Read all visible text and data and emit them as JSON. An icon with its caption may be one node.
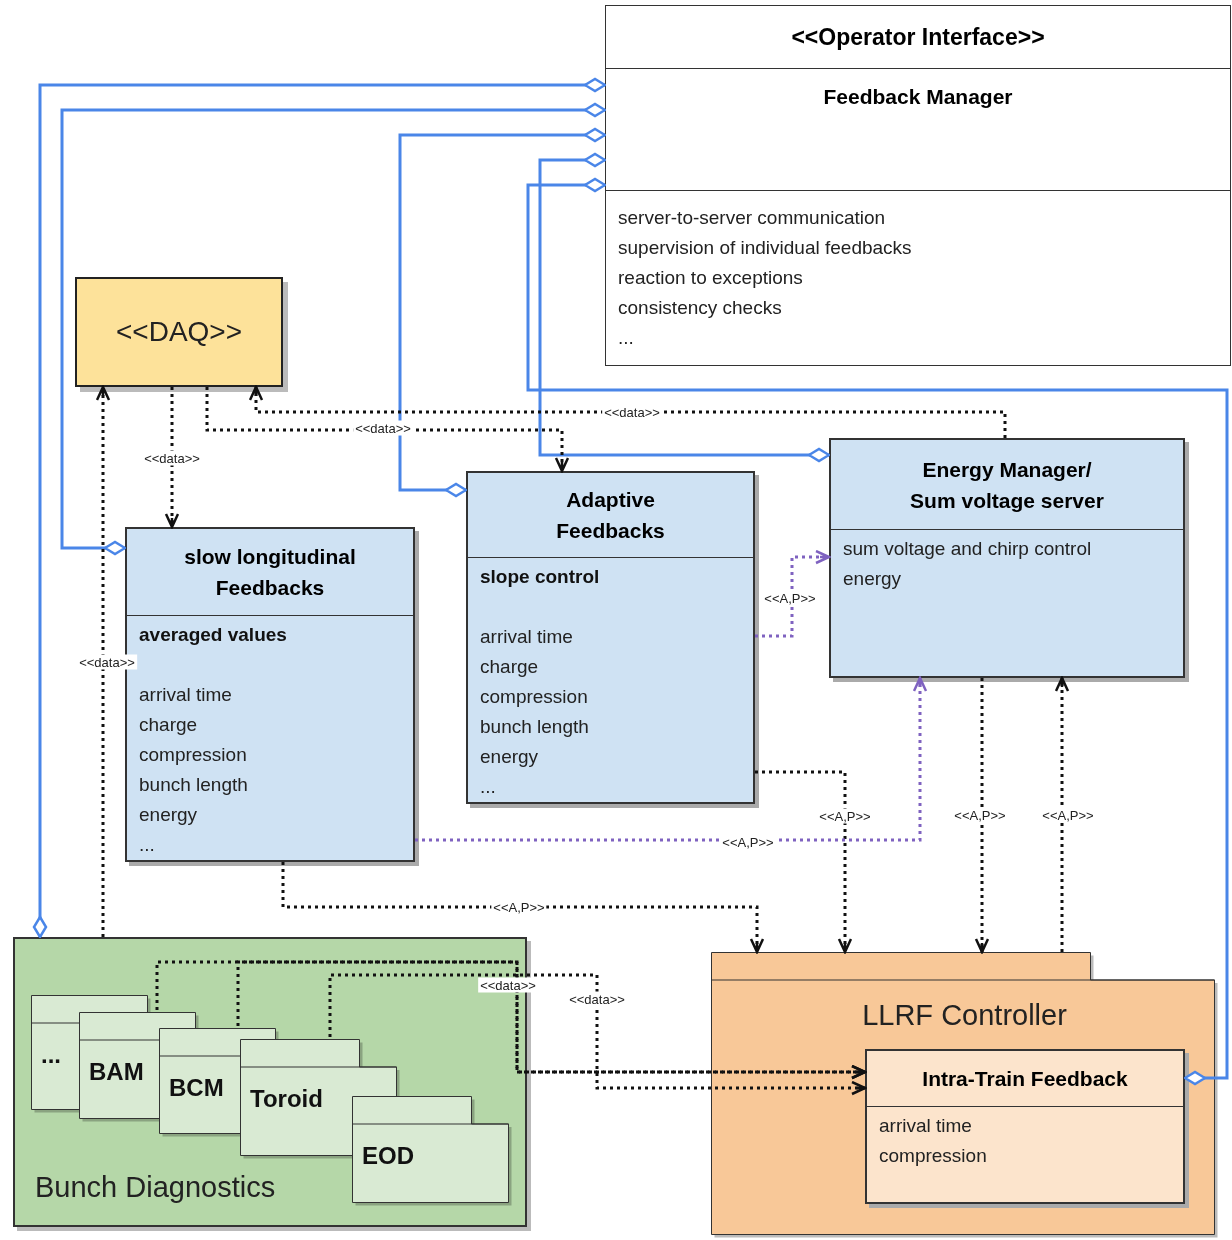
{
  "diagram": {
    "nodes": [
      {
        "text": [
          "<<Operator Interface>>",
          "Feedback Manager",
          "server-to-server communication",
          "supervision of individual feedbacks",
          "reaction to exceptions",
          "consistency checks",
          "..."
        ]
      },
      {
        "text": [
          "<<DAQ>>"
        ]
      },
      {
        "text": [
          "slow longitudinal Feedbacks",
          "averaged values",
          "arrival time",
          "charge",
          "compression",
          "bunch length",
          "energy",
          "..."
        ]
      },
      {
        "text": [
          "Adaptive Feedbacks",
          "slope control",
          "arrival time",
          "charge",
          "compression",
          "bunch length",
          "energy",
          "..."
        ]
      },
      {
        "text": [
          "Energy Manager/ Sum voltage server",
          "sum voltage and chirp control",
          "energy"
        ]
      },
      {
        "text": [
          "Bunch Diagnostics"
        ]
      },
      {
        "text": [
          "..."
        ],
        "in": 5
      },
      {
        "text": [
          "BAM"
        ],
        "in": 5
      },
      {
        "text": [
          "BCM"
        ],
        "in": 5
      },
      {
        "text": [
          "Toroid"
        ],
        "in": 5
      },
      {
        "text": [
          "EOD"
        ],
        "in": 5
      },
      {
        "text": [
          "LLRF Controller"
        ]
      },
      {
        "text": [
          "Intra-Train Feedback",
          "arrival time",
          "compression"
        ],
        "in": 11
      }
    ],
    "edges": [
      {
        "from": 0,
        "to": 5,
        "arrow": "other",
        "color": "#4a86e8"
      },
      {
        "from": 0,
        "to": 2,
        "arrow": "other",
        "color": "#4a86e8"
      },
      {
        "from": 0,
        "to": 3,
        "arrow": "other",
        "color": "#4a86e8"
      },
      {
        "from": 0,
        "to": 4,
        "arrow": "other",
        "color": "#4a86e8"
      },
      {
        "from": 0,
        "to": 12,
        "arrow": "other",
        "color": "#4a86e8"
      },
      {
        "from": 5,
        "to": 1,
        "arrow": "to",
        "label": "<<data>>",
        "style": "dashed"
      },
      {
        "from": 1,
        "to": 2,
        "arrow": "to",
        "label": "<<data>>",
        "style": "dashed"
      },
      {
        "from": 1,
        "to": 3,
        "arrow": "to",
        "label": "<<data>>",
        "style": "dashed"
      },
      {
        "from": 4,
        "to": 1,
        "arrow": "to",
        "label": "<<data>>",
        "style": "dashed"
      },
      {
        "from": 3,
        "to": 11,
        "arrow": "to",
        "label": "<<A,P>>",
        "style": "dashed"
      },
      {
        "from": 2,
        "to": 11,
        "arrow": "to",
        "label": "<<A,P>>",
        "style": "dashed"
      },
      {
        "from": 2,
        "to": 4,
        "arrow": "to",
        "label": "<<A,P>>",
        "style": "dashed",
        "color": "#7f62c0"
      },
      {
        "from": 3,
        "to": 4,
        "arrow": "to",
        "label": "<<A,P>>",
        "style": "dashed",
        "color": "#7f62c0"
      },
      {
        "from": 4,
        "to": 11,
        "arrow": "to",
        "label": "<<A,P>>",
        "style": "dashed"
      },
      {
        "from": 11,
        "to": 4,
        "arrow": "to",
        "label": "<<A,P>>",
        "style": "dashed"
      },
      {
        "from": 7,
        "to": 12,
        "arrow": "to",
        "label": "<<data>>",
        "style": "dashed"
      },
      {
        "from": 8,
        "to": 12,
        "arrow": "to",
        "style": "dashed"
      },
      {
        "from": 9,
        "to": 12,
        "arrow": "to",
        "label": "<<data>>",
        "style": "dashed"
      }
    ]
  }
}
